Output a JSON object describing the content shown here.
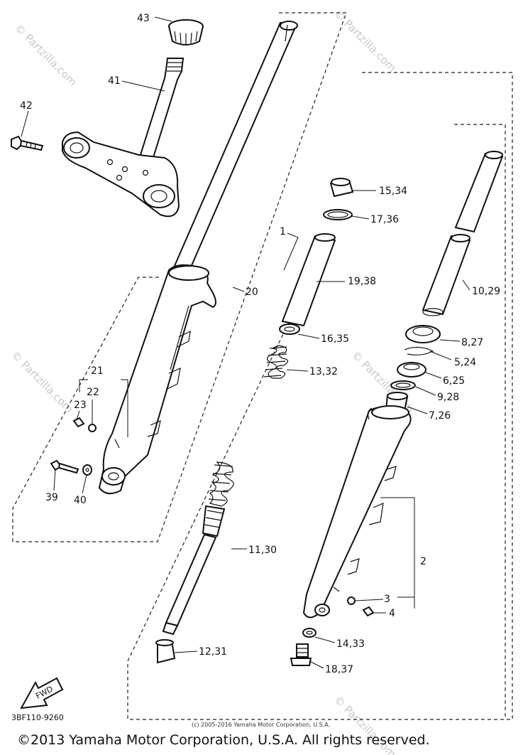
{
  "diagram": {
    "callouts": [
      {
        "id": "43",
        "text": "43"
      },
      {
        "id": "41",
        "text": "41"
      },
      {
        "id": "42",
        "text": "42"
      },
      {
        "id": "15_34",
        "text": "15,34"
      },
      {
        "id": "17_36",
        "text": "17,36"
      },
      {
        "id": "1",
        "text": "1"
      },
      {
        "id": "19_38",
        "text": "19,38"
      },
      {
        "id": "10_29",
        "text": "10,29"
      },
      {
        "id": "20",
        "text": "20"
      },
      {
        "id": "16_35",
        "text": "16,35"
      },
      {
        "id": "8_27",
        "text": "8,27"
      },
      {
        "id": "5_24",
        "text": "5,24"
      },
      {
        "id": "13_32",
        "text": "13,32"
      },
      {
        "id": "6_25",
        "text": "6,25"
      },
      {
        "id": "9_28",
        "text": "9,28"
      },
      {
        "id": "7_26",
        "text": "7,26"
      },
      {
        "id": "21",
        "text": "21"
      },
      {
        "id": "22",
        "text": "22"
      },
      {
        "id": "23",
        "text": "23"
      },
      {
        "id": "39",
        "text": "39"
      },
      {
        "id": "40",
        "text": "40"
      },
      {
        "id": "2",
        "text": "2"
      },
      {
        "id": "11_30",
        "text": "11,30"
      },
      {
        "id": "3",
        "text": "3"
      },
      {
        "id": "4",
        "text": "4"
      },
      {
        "id": "14_33",
        "text": "14,33"
      },
      {
        "id": "12_31",
        "text": "12,31"
      },
      {
        "id": "18_37",
        "text": "18,37"
      }
    ],
    "fwd_label": "FWD",
    "drawing_number": "3BF110-9260",
    "small_copyright": "(c) 2005-2016 Yamaha Motor Corporation, U.S.A.",
    "watermark": "© Partzilla.com"
  },
  "footer": {
    "copyright": "©2013 Yamaha Motor Corporation, U.S.A. All rights reserved."
  }
}
